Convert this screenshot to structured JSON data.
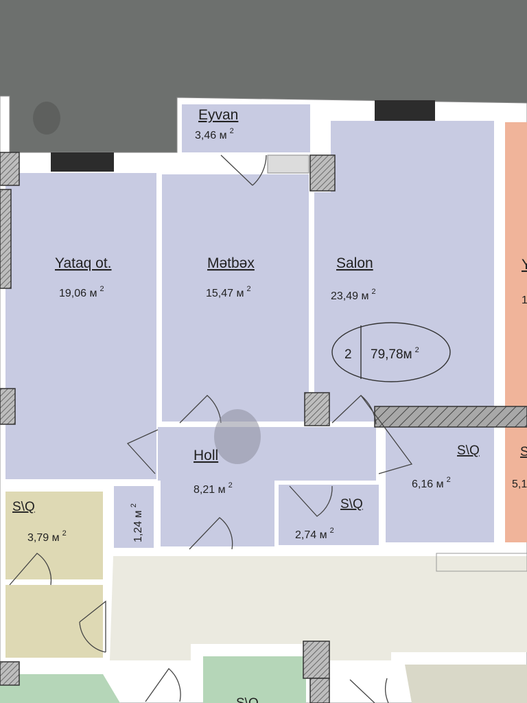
{
  "plan": {
    "apartment": {
      "rooms_count": "2",
      "total_area": "79,78м",
      "total_area_sup": "2"
    },
    "colors": {
      "room_fill": "#c8cbe2",
      "storage_fill": "#ded9b4",
      "neighbor_salmon": "#f0b49a",
      "neighbor_green": "#b5d6b8",
      "corridor": "#ebeae0",
      "background": "#6d706e",
      "wall": "#ffffff"
    },
    "rooms": {
      "eyvan": {
        "name": "Eyvan",
        "area": "3,46 м",
        "sup": "2"
      },
      "yataq": {
        "name": "Yataq ot.",
        "area": "19,06 м",
        "sup": "2"
      },
      "metbex": {
        "name": "Mətbəx",
        "area": "15,47 м",
        "sup": "2"
      },
      "salon": {
        "name": "Salon",
        "area": "23,49 м",
        "sup": "2"
      },
      "holl": {
        "name": "Holl",
        "area": "8,21 м",
        "sup": "2"
      },
      "sq_left": {
        "name": "S\\Q",
        "area": "3,79 м",
        "sup": "2"
      },
      "sq_small": {
        "name": "S\\Q",
        "area": "2,74 м",
        "sup": "2"
      },
      "sq_right": {
        "name": "S\\Q",
        "area": "6,16 м",
        "sup": "2"
      },
      "closet": {
        "area": "1,24 м",
        "sup": "2"
      }
    },
    "neighbors": {
      "right_top_name": "Y",
      "right_top_area": "1",
      "right_bottom_name": "S",
      "right_bottom_area": "5,1",
      "bottom_name": "S\\Q"
    }
  }
}
